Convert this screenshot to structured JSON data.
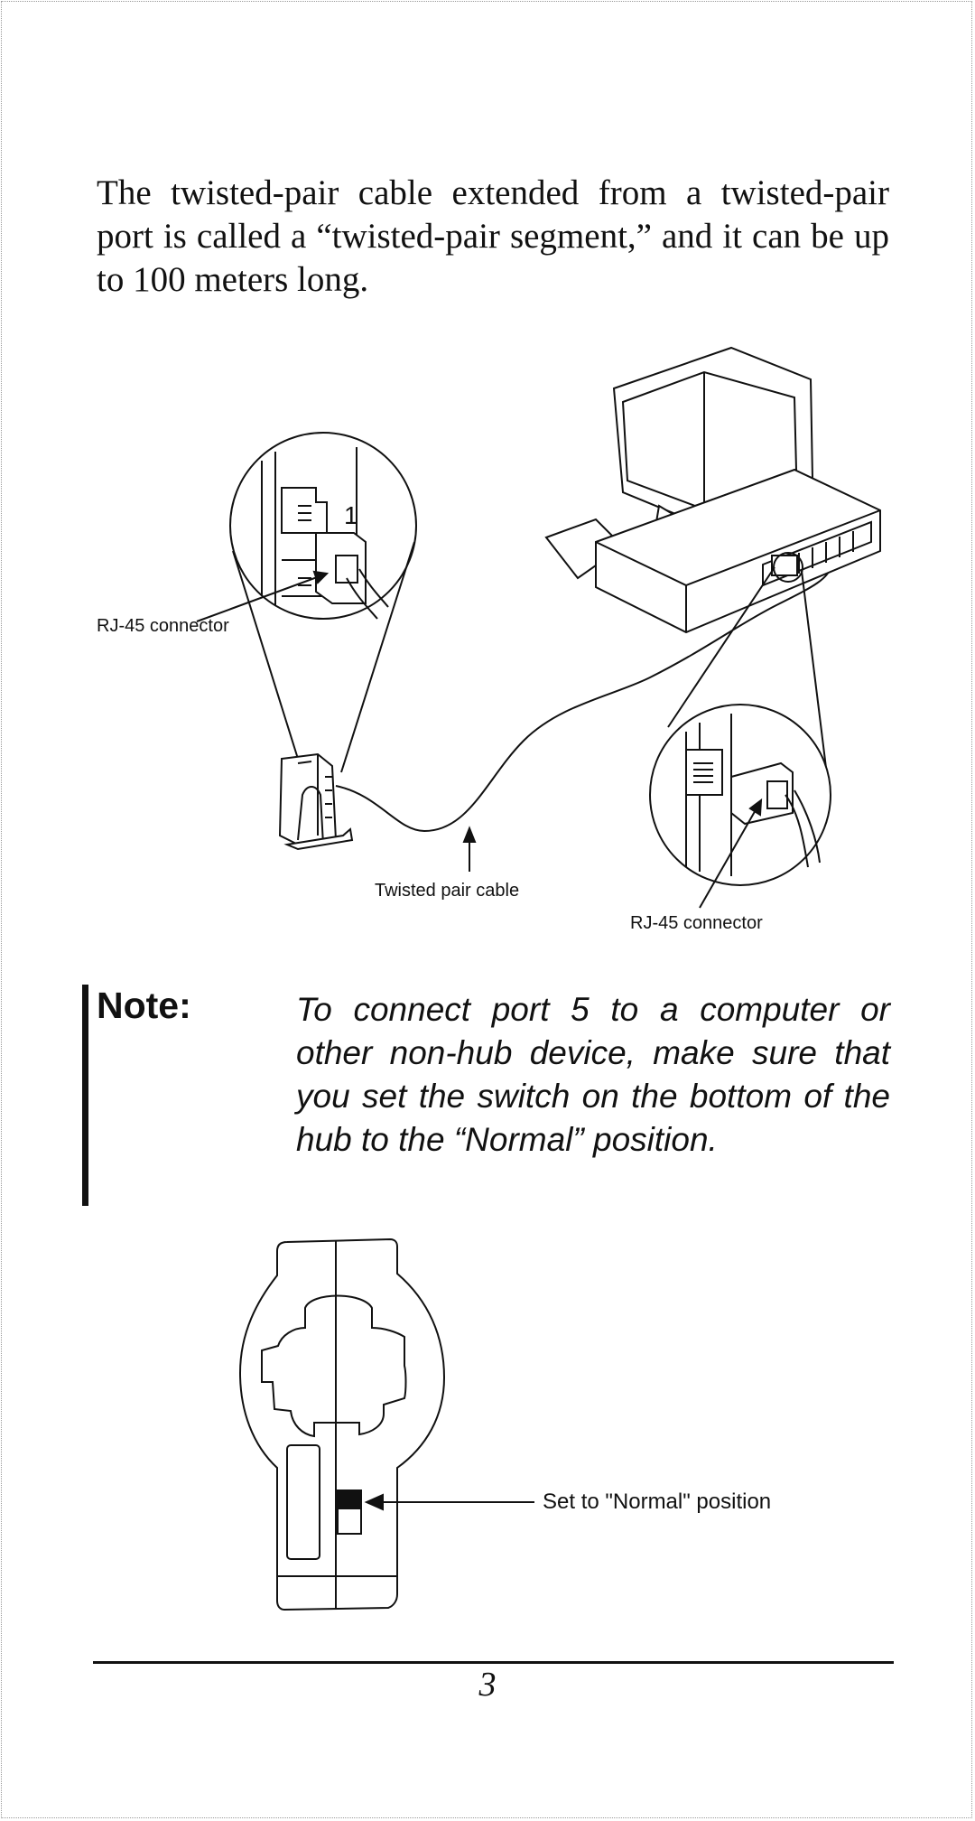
{
  "intro_paragraph": "The twisted-pair cable extended from a twisted-pair port is called a “twisted-pair segment,” and it can be up to 100 meters long.",
  "figure1": {
    "port_number": "1",
    "hub_connector_label": "RJ-45  connector",
    "cable_label": "Twisted  pair  cable",
    "pc_connector_label": "RJ-45  connector"
  },
  "note": {
    "label": "Note:",
    "text": "To connect port 5 to a computer or other non-hub device, make sure that you set the switch on the bottom of the hub to the “Normal” position."
  },
  "figure2": {
    "switch_label": "Set to \"Normal\" position"
  },
  "page_number": "3"
}
